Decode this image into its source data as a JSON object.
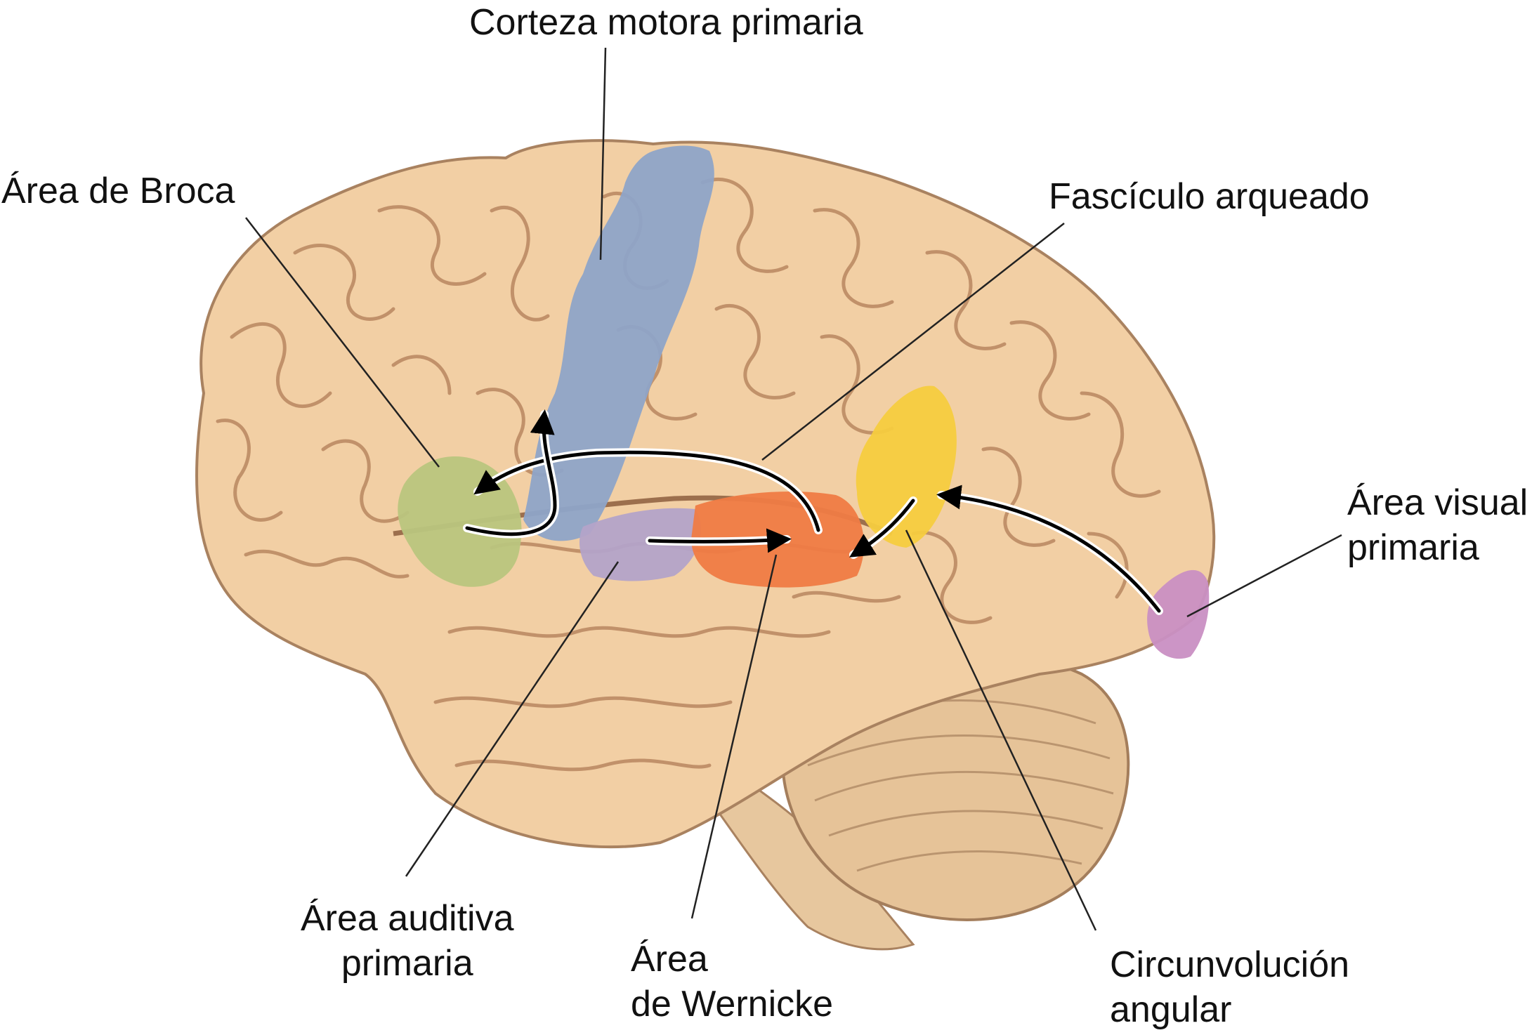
{
  "diagram": {
    "labels": {
      "motor_cortex": "Corteza motora primaria",
      "broca": "Área de Broca",
      "arcuate_fasciculus": "Fascículo arqueado",
      "visual_line1": "Área visual",
      "visual_line2": "primaria",
      "auditory_line1": "Área auditiva",
      "auditory_line2": "primaria",
      "wernicke_line1": "Área",
      "wernicke_line2": "de Wernicke",
      "angular_line1": "Circunvolución",
      "angular_line2": "angular"
    },
    "colors": {
      "cortex": "#f2cfa4",
      "sulcus": "#b98760",
      "motor_cortex": "#8ea4c8",
      "broca": "#b9c57e",
      "auditory": "#b3a3c9",
      "wernicke": "#ef7b45",
      "angular": "#f6cc3f",
      "visual": "#c98fc3",
      "cerebellum": "#e2bd92",
      "arrow": "#000000"
    }
  }
}
